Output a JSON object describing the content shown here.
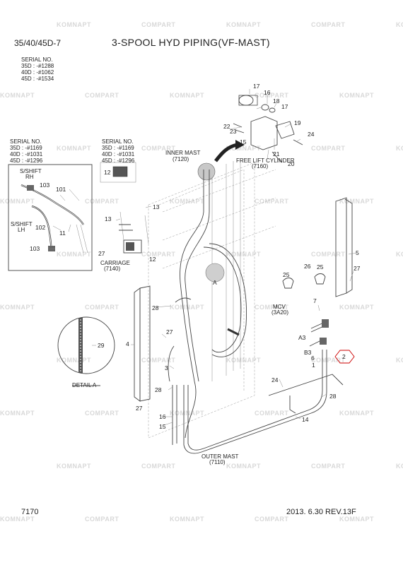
{
  "header": {
    "model": "35/40/45D-7",
    "title": "3-SPOOL HYD PIPING(VF-MAST)"
  },
  "serial_top": {
    "heading": "SERIAL NO.",
    "lines": [
      "35D : -#1288",
      "40D : -#1062",
      "45D : -#1534"
    ]
  },
  "serial_left": {
    "heading": "SERIAL NO.",
    "lines": [
      "35D : -#1169",
      "40D : -#1031",
      "45D : -#1296"
    ]
  },
  "serial_mid": {
    "heading": "SERIAL NO.",
    "lines": [
      "35D : -#1169",
      "40D : -#1031",
      "45D : -#1296"
    ]
  },
  "labels": {
    "inner_mast": [
      "INNER MAST",
      "(7120)"
    ],
    "free_lift": [
      "FREE LIFT CYLINDER",
      "(7160)"
    ],
    "carriage": [
      "CARRIAGE",
      "(7140)"
    ],
    "mcv": [
      "MCV",
      "(3A20)"
    ],
    "outer_mast": [
      "OUTER MAST",
      "(7110)"
    ],
    "shift_rh": [
      "S/SHIFT",
      "RH"
    ],
    "shift_lh": [
      "S/SHIFT",
      "LH"
    ],
    "detail": "DETAIL A",
    "detail_marker": "A"
  },
  "callouts": [
    "17",
    "16",
    "18",
    "17",
    "22",
    "23",
    "19",
    "24",
    "15",
    "21",
    "20",
    "103",
    "101",
    "102",
    "11",
    "103",
    "12",
    "13",
    "13",
    "27",
    "12",
    "25",
    "26",
    "25",
    "5",
    "27",
    "28",
    "4",
    "27",
    "29",
    "3",
    "7",
    "A3",
    "B3",
    "6",
    "1",
    "2",
    "28",
    "24",
    "27",
    "16",
    "15",
    "14",
    "28"
  ],
  "footer": {
    "page": "7170",
    "revision": "2013. 6.30  REV.13F"
  },
  "watermark": [
    "KOMNAPT",
    "COMPART"
  ],
  "colors": {
    "line": "#444444",
    "watermark": "#d8d8d8",
    "highlight": "#cc0000"
  }
}
